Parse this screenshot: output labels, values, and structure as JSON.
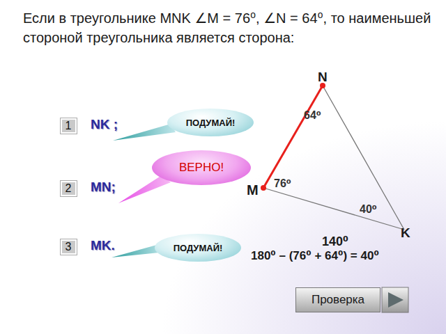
{
  "diagram": {
    "title": "Если в треугольнике MNK ∠M = 76⁰, ∠N = 64⁰, то наименьшей стороной треугольника является сторона:",
    "nodes": [
      {
        "text": [
          "ПОДУМАЙ!"
        ]
      },
      {
        "text": [
          "1"
        ]
      },
      {
        "text": [
          "ВЕРНО!"
        ]
      },
      {
        "text": [
          "2"
        ]
      },
      {
        "text": [
          "ПОДУМАЙ!"
        ]
      },
      {
        "text": [
          "3"
        ]
      },
      {
        "text": [
          "Проверка"
        ]
      }
    ],
    "labels": [
      "N",
      "64⁰",
      "NK ;",
      "MN;",
      "76⁰",
      "M",
      "40⁰",
      "K",
      "MK.",
      "140⁰",
      "180⁰ – (76⁰ + 64⁰) = 40⁰"
    ]
  }
}
